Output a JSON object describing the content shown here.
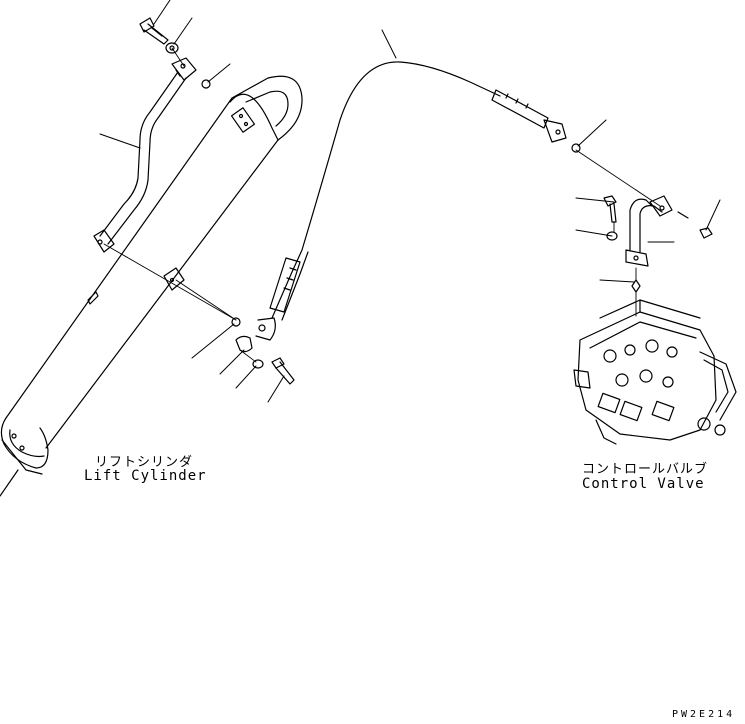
{
  "labels": {
    "lift_cylinder_jp": "リフトシリンダ",
    "lift_cylinder_en": "Lift Cylinder",
    "control_valve_jp": "コントロールバルブ",
    "control_valve_en": "Control Valve",
    "drawing_code": "PW2E214"
  },
  "colors": {
    "line": "#000000",
    "background": "#ffffff"
  }
}
